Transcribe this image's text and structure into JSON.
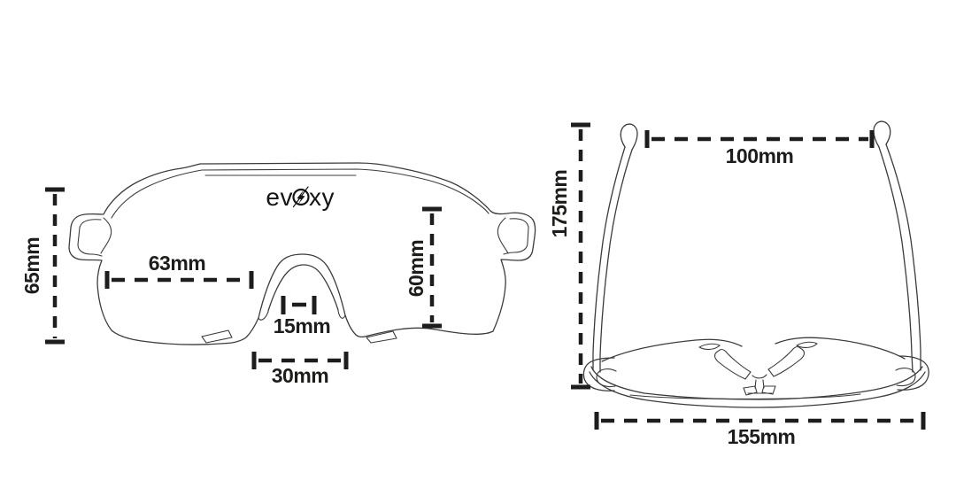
{
  "canvas": {
    "bg": "#ffffff",
    "ink": "#1d1d1b",
    "sketch": "#3c3c3c"
  },
  "logo": {
    "brand": "evoxy",
    "left": "ev",
    "right": "xy"
  },
  "front_view": {
    "dims": {
      "frame_height": "65mm",
      "lens_width": "63mm",
      "bridge_width": "15mm",
      "notch_width": "30mm",
      "lens_height": "60mm"
    }
  },
  "top_view": {
    "dims": {
      "temple_length": "175mm",
      "temple_spread": "100mm",
      "overall_width": "155mm"
    }
  }
}
